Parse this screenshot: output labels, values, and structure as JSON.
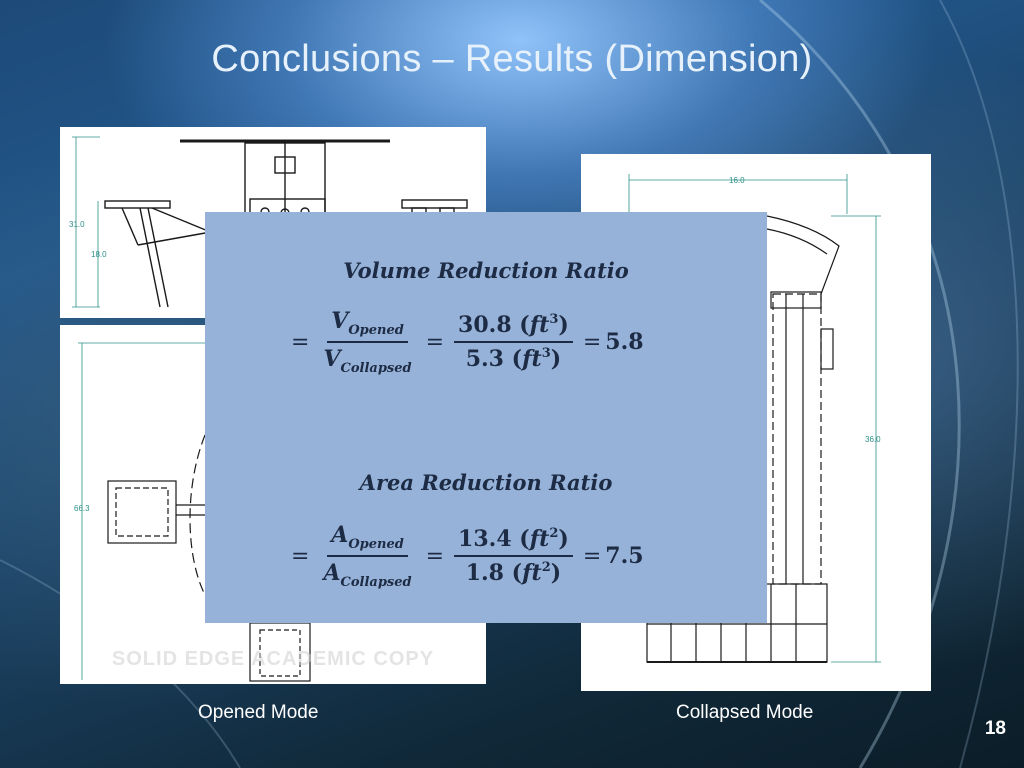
{
  "slide": {
    "title": "Conclusions – Results (Dimension)",
    "page_number": "18"
  },
  "opened_front_view": {
    "dimensions": [
      "31.0",
      "18.0"
    ]
  },
  "opened_top_view": {
    "dimensions": [
      "66.3"
    ],
    "watermark": "SOLID EDGE ACADEMIC COPY"
  },
  "collapsed_view": {
    "dimensions": [
      "16.0",
      "36.0"
    ]
  },
  "volume": {
    "heading": "Volume Reduction Ratio",
    "equals_prefix": "=",
    "numerator_var": "V",
    "numerator_sub": "Opened",
    "denominator_var": "V",
    "denominator_sub": "Collapsed",
    "opened_value": "30.8",
    "collapsed_value": "5.3",
    "unit_base": "ft",
    "unit_exponent": "3",
    "result": "5.8"
  },
  "area": {
    "heading": "Area Reduction Ratio",
    "equals_prefix": "=",
    "numerator_var": "A",
    "numerator_sub": "Opened",
    "denominator_var": "A",
    "denominator_sub": "Collapsed",
    "opened_value": "13.4",
    "collapsed_value": "1.8",
    "unit_base": "ft",
    "unit_exponent": "2",
    "result": "7.5"
  },
  "captions": {
    "opened": "Opened Mode",
    "collapsed": "Collapsed Mode"
  }
}
